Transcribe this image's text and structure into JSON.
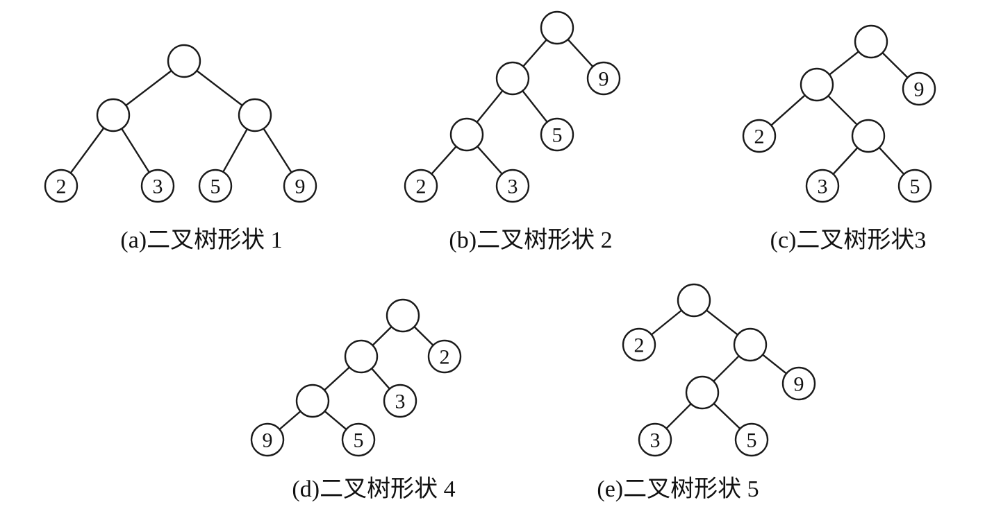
{
  "trees": [
    {
      "caption": "(a)二叉树形状 1",
      "nodes": [
        "",
        "",
        "",
        "2",
        "3",
        "5",
        "9"
      ],
      "edges": [
        [
          0,
          1
        ],
        [
          0,
          2
        ],
        [
          1,
          3
        ],
        [
          1,
          4
        ],
        [
          2,
          5
        ],
        [
          2,
          6
        ]
      ]
    },
    {
      "caption": "(b)二叉树形状 2",
      "nodes": [
        "",
        "",
        "9",
        "",
        "5",
        "2",
        "3"
      ],
      "edges": [
        [
          0,
          1
        ],
        [
          0,
          2
        ],
        [
          1,
          3
        ],
        [
          1,
          4
        ],
        [
          3,
          5
        ],
        [
          3,
          6
        ]
      ]
    },
    {
      "caption": "(c)二叉树形状3",
      "nodes": [
        "",
        "",
        "9",
        "2",
        "",
        "3",
        "5"
      ],
      "edges": [
        [
          0,
          1
        ],
        [
          0,
          2
        ],
        [
          1,
          3
        ],
        [
          1,
          4
        ],
        [
          4,
          5
        ],
        [
          4,
          6
        ]
      ]
    },
    {
      "caption": "(d)二叉树形状 4",
      "nodes": [
        "",
        "",
        "2",
        "",
        "3",
        "9",
        "5"
      ],
      "edges": [
        [
          0,
          1
        ],
        [
          0,
          2
        ],
        [
          1,
          3
        ],
        [
          1,
          4
        ],
        [
          3,
          5
        ],
        [
          3,
          6
        ]
      ]
    },
    {
      "caption": "(e)二叉树形状 5",
      "nodes": [
        "",
        "2",
        "",
        "",
        "9",
        "3",
        "5"
      ],
      "edges": [
        [
          0,
          1
        ],
        [
          0,
          2
        ],
        [
          2,
          3
        ],
        [
          2,
          4
        ],
        [
          3,
          5
        ],
        [
          3,
          6
        ]
      ]
    }
  ]
}
